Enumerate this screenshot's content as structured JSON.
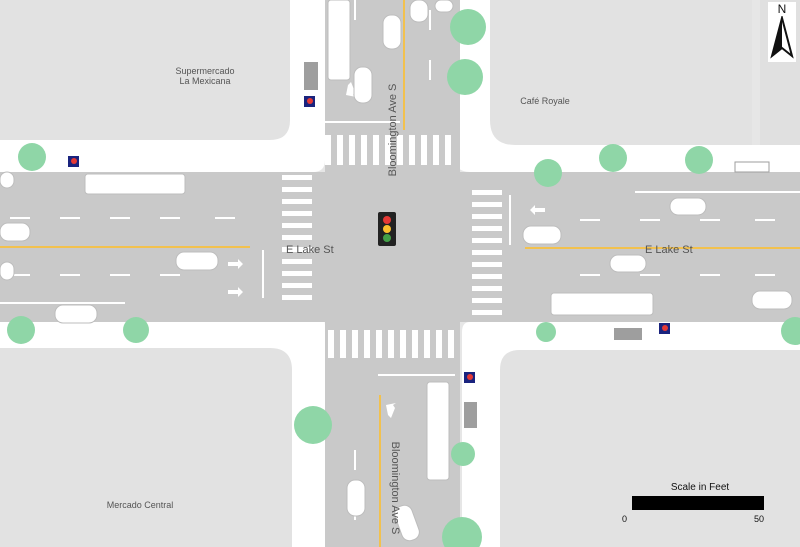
{
  "map": {
    "places": {
      "nw": "Supermercado\nLa Mexicana",
      "ne": "Café Royale",
      "sw": "Mercado Central"
    },
    "streets": {
      "east_west": "E Lake St",
      "north_south": "Bloomington Ave S"
    },
    "north_label": "N",
    "scale": {
      "title": "Scale in Feet",
      "min_label": "0",
      "max_label": "50"
    },
    "colors": {
      "road": "#c9c9c9",
      "block": "#e6e6e6",
      "sidewalk": "#ffffff",
      "center_line": "#f2c14e",
      "tree": "#8fd6a7",
      "signal_red": "#e53935",
      "signal_yellow": "#fbc02d",
      "signal_green": "#43a047",
      "transit_sign": "#1a237e"
    }
  }
}
